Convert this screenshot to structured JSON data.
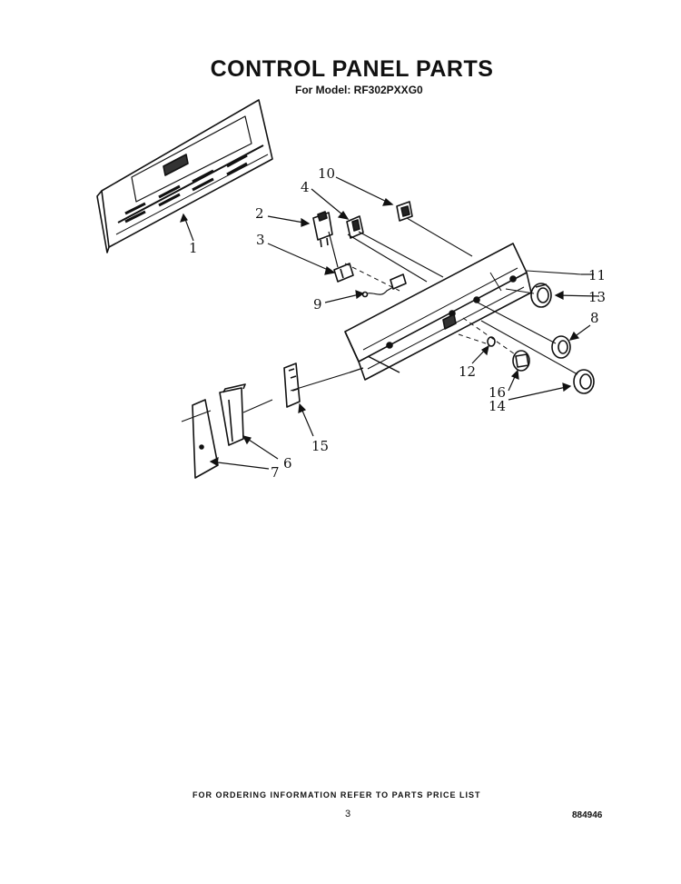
{
  "header": {
    "title": "CONTROL PANEL PARTS",
    "model_line": "For Model: RF302PXXG0"
  },
  "callouts": [
    {
      "id": "1",
      "label": "1"
    },
    {
      "id": "2",
      "label": "2"
    },
    {
      "id": "3",
      "label": "3"
    },
    {
      "id": "4",
      "label": "4"
    },
    {
      "id": "6",
      "label": "6"
    },
    {
      "id": "7",
      "label": "7"
    },
    {
      "id": "8",
      "label": "8"
    },
    {
      "id": "9",
      "label": "9"
    },
    {
      "id": "10",
      "label": "10"
    },
    {
      "id": "11",
      "label": "11"
    },
    {
      "id": "12",
      "label": "12"
    },
    {
      "id": "13",
      "label": "13"
    },
    {
      "id": "14",
      "label": "14"
    },
    {
      "id": "15",
      "label": "15"
    },
    {
      "id": "16",
      "label": "16"
    }
  ],
  "footer": {
    "ordering_note": "FOR ORDERING INFORMATION REFER TO PARTS PRICE LIST",
    "page_number": "3",
    "document_number": "884946"
  }
}
